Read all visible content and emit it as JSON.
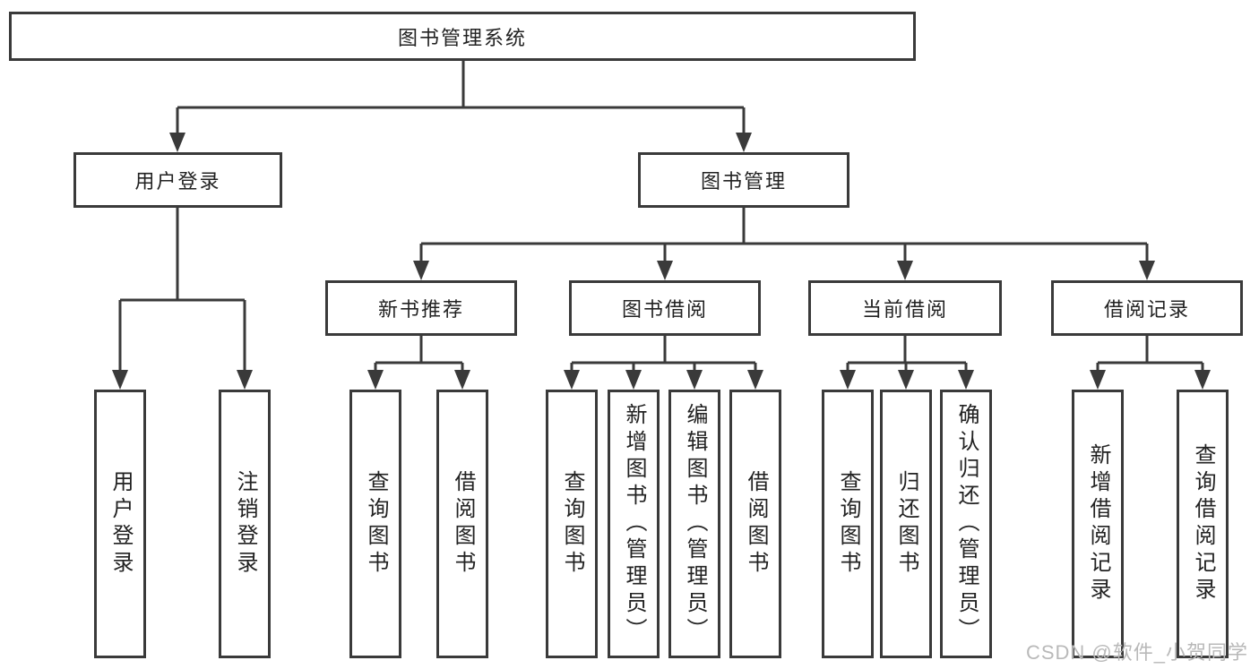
{
  "colors": {
    "line": "#3a3a3a",
    "text": "#222222",
    "background": "#ffffff"
  },
  "watermark": {
    "text": "CSDN @软件_小贺同学",
    "color": "#b9b9b9"
  },
  "tree": {
    "root": {
      "label": "图书管理系统"
    },
    "children": [
      {
        "label": "用户登录",
        "children": [
          {
            "label": "用户登录"
          },
          {
            "label": "注销登录"
          }
        ]
      },
      {
        "label": "图书管理",
        "children": [
          {
            "label": "新书推荐",
            "children": [
              {
                "label": "查询图书"
              },
              {
                "label": "借阅图书"
              }
            ]
          },
          {
            "label": "图书借阅",
            "children": [
              {
                "label": "查询图书"
              },
              {
                "label": "新增图书（管理员）"
              },
              {
                "label": "编辑图书（管理员）"
              },
              {
                "label": "借阅图书"
              }
            ]
          },
          {
            "label": "当前借阅",
            "children": [
              {
                "label": "查询图书"
              },
              {
                "label": "归还图书"
              },
              {
                "label": "确认归还（管理员）"
              }
            ]
          },
          {
            "label": "借阅记录",
            "children": [
              {
                "label": "新增借阅记录"
              },
              {
                "label": "查询借阅记录"
              }
            ]
          }
        ]
      }
    ]
  }
}
